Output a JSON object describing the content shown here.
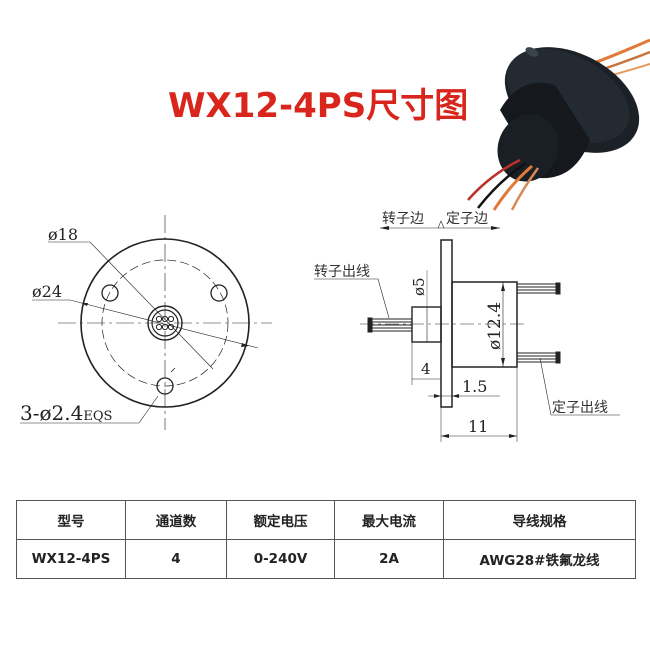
{
  "title": "WX12-4PS尺寸图",
  "colors": {
    "title": "#d9261c",
    "line": "#222222",
    "table_border": "#555555"
  },
  "front_view": {
    "dims": {
      "pcd": "ø18",
      "outer": "ø24",
      "holes": "3-ø2.4",
      "holes_suffix": "EQS"
    }
  },
  "side_view": {
    "labels": {
      "rotor_side": "转子边",
      "stator_side": "定子边",
      "rotor_wire": "转子出线",
      "stator_wire": "定子出线"
    },
    "dims": {
      "rotor_dia": "ø5",
      "body_dia": "ø12.4",
      "rotor_len": "4",
      "flange_thk": "1.5",
      "total_len": "11"
    }
  },
  "product_photo": {
    "alt": "slip-ring-photo"
  },
  "spec_table": {
    "headers": [
      "型号",
      "通道数",
      "额定电压",
      "最大电流",
      "导线规格"
    ],
    "rows": [
      [
        "WX12-4PS",
        "4",
        "0-240V",
        "2A",
        "AWG28#铁氟龙线"
      ]
    ]
  }
}
